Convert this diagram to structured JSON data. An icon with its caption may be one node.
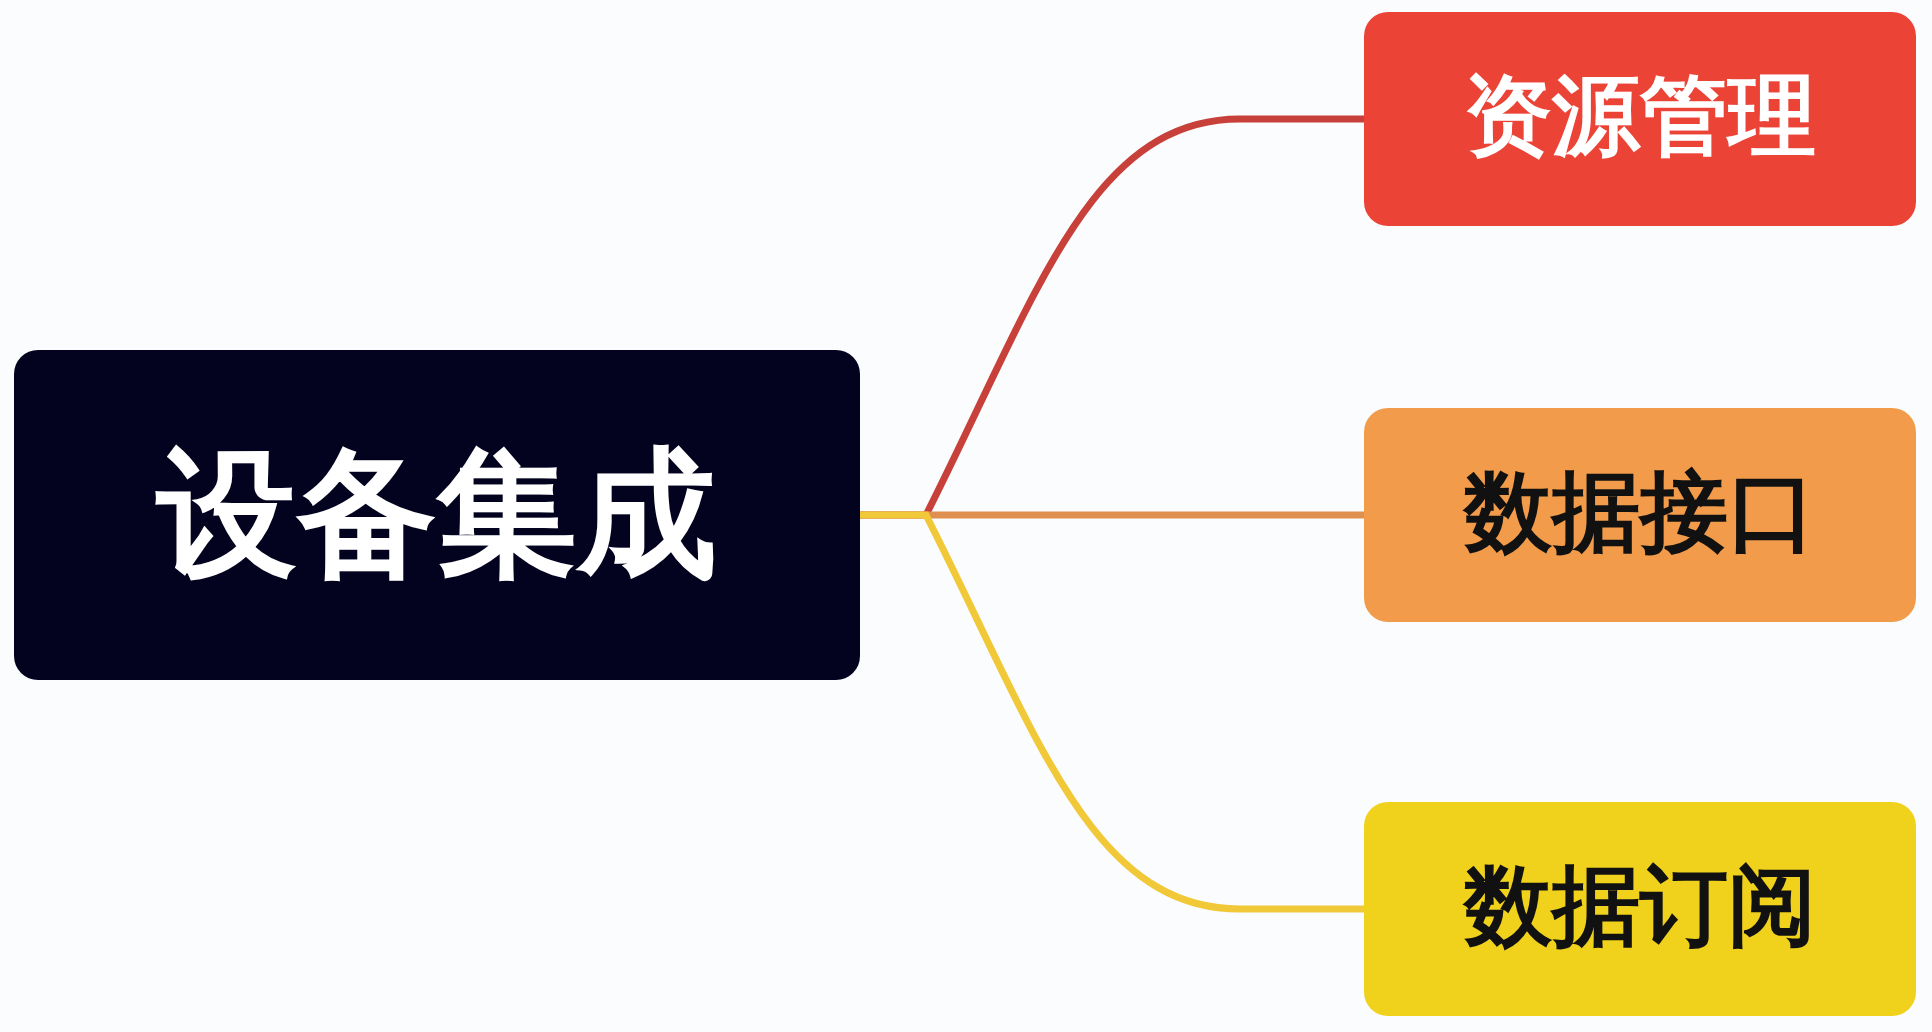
{
  "diagram": {
    "nodes": [
      {
        "text": [
          "设备集成"
        ]
      },
      {
        "text": [
          "资源管理"
        ]
      },
      {
        "text": [
          "数据接口"
        ]
      },
      {
        "text": [
          "数据订阅"
        ]
      }
    ],
    "edges": [
      {
        "from": 0,
        "to": 1,
        "arrow": "none",
        "color": "#c8403a"
      },
      {
        "from": 0,
        "to": 2,
        "arrow": "none",
        "color": "#e0904e"
      },
      {
        "from": 0,
        "to": 3,
        "arrow": "none",
        "color": "#f0c838"
      }
    ]
  }
}
